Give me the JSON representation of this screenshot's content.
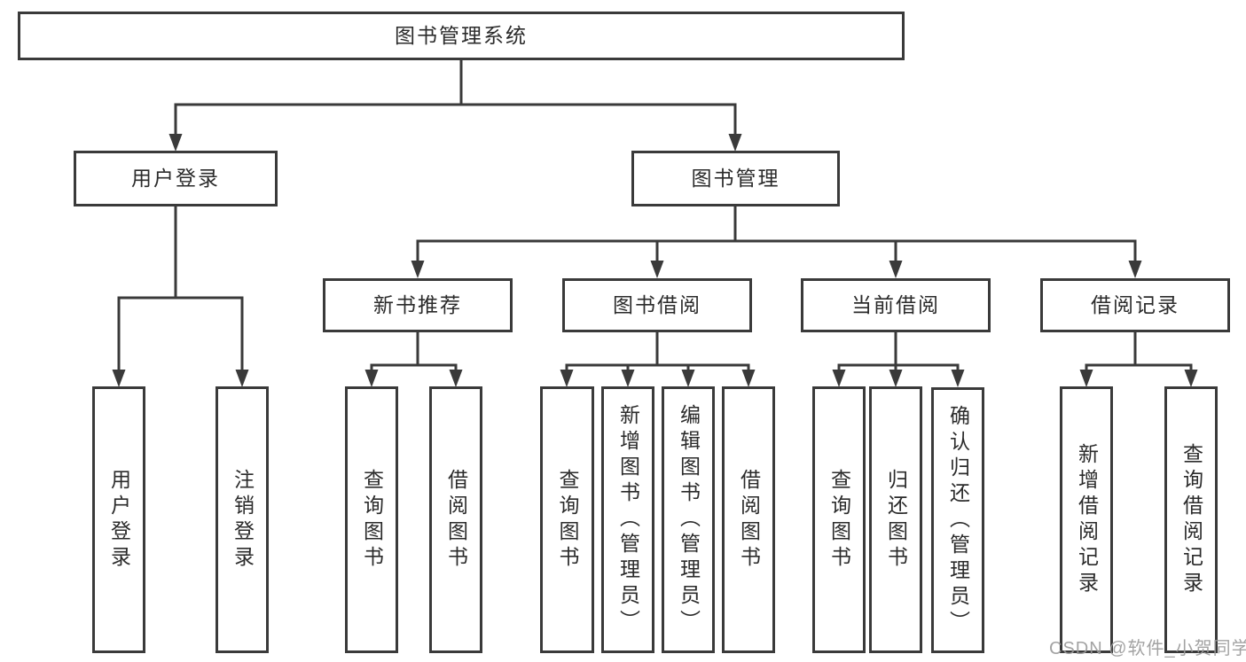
{
  "diagram": {
    "root": {
      "label": "图书管理系统"
    },
    "level2": [
      {
        "label": "用户登录",
        "children": [
          "用户登录",
          "注销登录"
        ]
      },
      {
        "label": "图书管理"
      }
    ],
    "level3": [
      {
        "label": "新书推荐",
        "parent": "图书管理",
        "children": [
          "查询图书",
          "借阅图书"
        ]
      },
      {
        "label": "图书借阅",
        "parent": "图书管理",
        "children": [
          "查询图书",
          "新增图书（管理员）",
          "编辑图书（管理员）",
          "借阅图书"
        ]
      },
      {
        "label": "当前借阅",
        "parent": "图书管理",
        "children": [
          "查询图书",
          "归还图书",
          "确认归还（管理员）"
        ]
      },
      {
        "label": "借阅记录",
        "parent": "图书管理",
        "children": [
          "新增借阅记录",
          "查询借阅记录"
        ]
      }
    ]
  },
  "watermark": {
    "text": "CSDN @软件_小贺同学",
    "color": "#9b9b9b"
  },
  "colors": {
    "line": "#3a3a3a",
    "text": "#2b2b2b",
    "background": "#ffffff"
  }
}
